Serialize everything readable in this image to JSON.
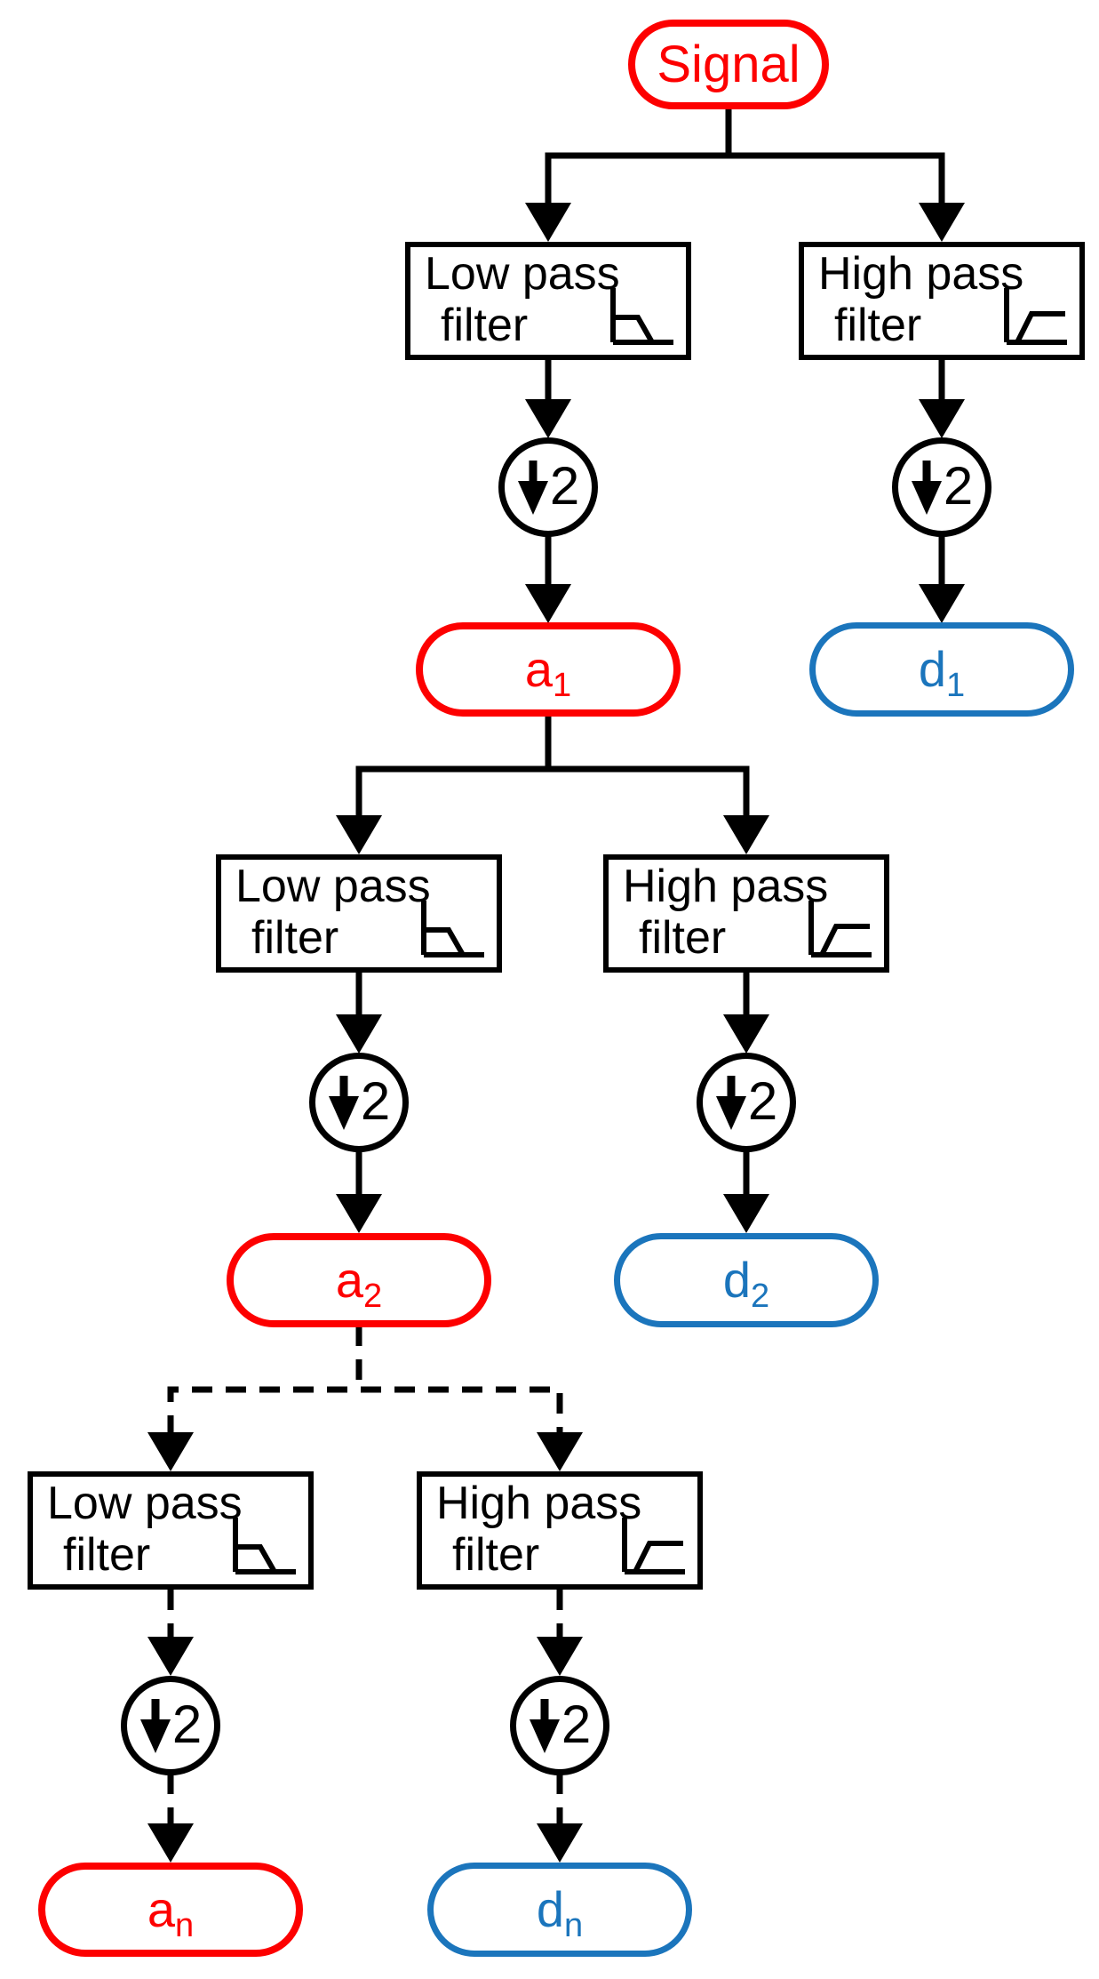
{
  "diagram": {
    "description": "Wavelet decomposition filter bank tree",
    "signal": {
      "label": "Signal"
    },
    "downsample": {
      "factor": "2"
    },
    "levels": [
      {
        "low": {
          "line1": "Low pass",
          "line2": "filter"
        },
        "high": {
          "line1": "High pass",
          "line2": "filter"
        },
        "approx": {
          "base": "a",
          "sub": "1"
        },
        "detail": {
          "base": "d",
          "sub": "1"
        }
      },
      {
        "low": {
          "line1": "Low pass",
          "line2": "filter"
        },
        "high": {
          "line1": "High pass",
          "line2": "filter"
        },
        "approx": {
          "base": "a",
          "sub": "2"
        },
        "detail": {
          "base": "d",
          "sub": "2"
        }
      },
      {
        "low": {
          "line1": "Low pass",
          "line2": "filter"
        },
        "high": {
          "line1": "High pass",
          "line2": "filter"
        },
        "approx": {
          "base": "a",
          "sub": "n"
        },
        "detail": {
          "base": "d",
          "sub": "n"
        }
      }
    ],
    "colors": {
      "signal_red": "#fd0000",
      "detail_blue": "#1b75bc",
      "line_black": "#000000",
      "background": "#ffffff"
    }
  }
}
